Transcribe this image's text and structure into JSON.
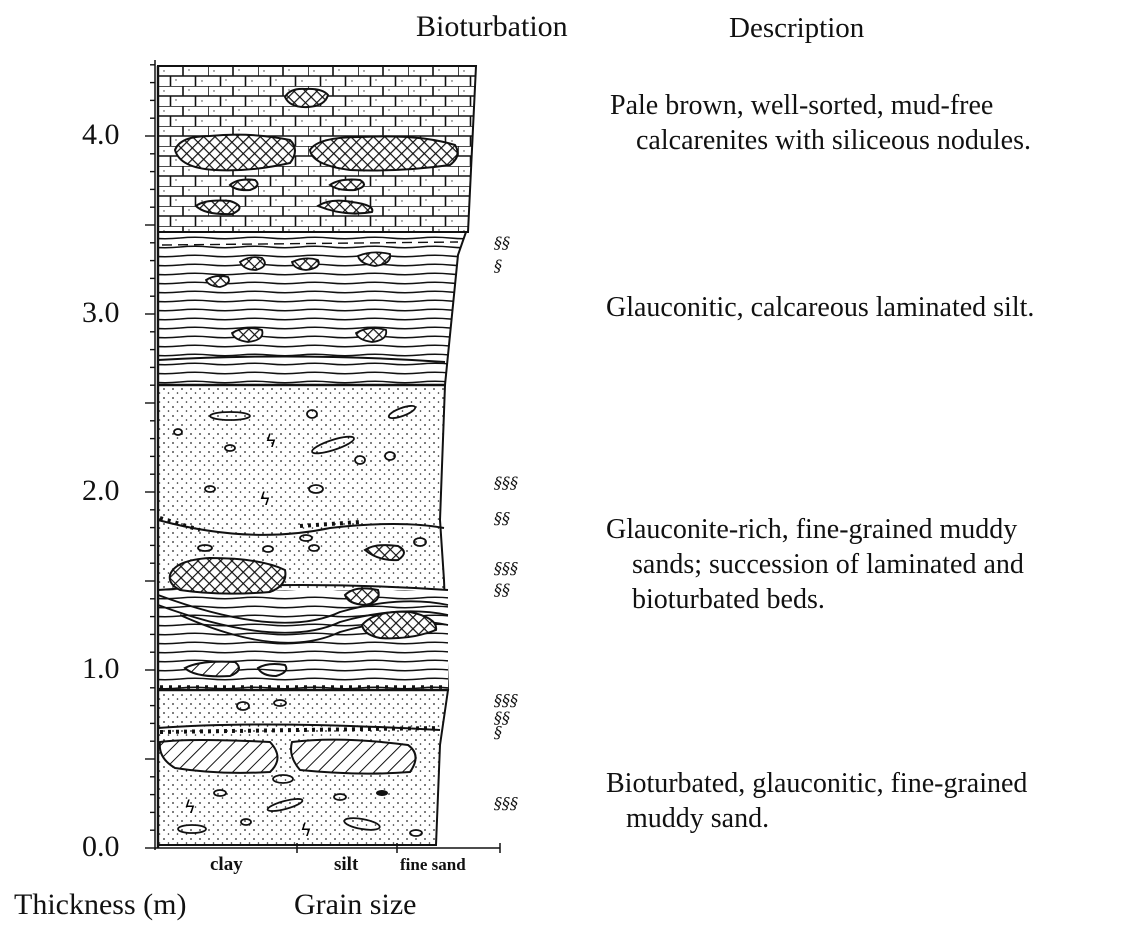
{
  "headers": {
    "bioturbation": "Bioturbation",
    "description": "Description",
    "thickness": "Thickness (m)",
    "grain_size": "Grain size"
  },
  "thickness_axis": {
    "ticks": [
      "0.0",
      "1.0",
      "2.0",
      "3.0",
      "4.0"
    ],
    "tick_values": [
      0.0,
      1.0,
      2.0,
      3.0,
      4.0
    ],
    "range_m": [
      0.0,
      4.4
    ]
  },
  "grain_size_axis": {
    "ticks": [
      "clay",
      "silt",
      "fine sand"
    ]
  },
  "units": [
    {
      "id": "calcarenite",
      "lithology": "limestone with chert nodules",
      "base_m": 3.45,
      "top_m": 4.4,
      "description_lines": [
        "Pale brown, well-sorted, mud-free",
        "calcarenites with siliceous nodules."
      ]
    },
    {
      "id": "laminated-silt",
      "lithology": "laminated silt",
      "base_m": 2.6,
      "top_m": 3.45,
      "description_lines": [
        "Glauconitic, calcareous laminated silt."
      ]
    },
    {
      "id": "muddy-sands",
      "lithology": "muddy sand with laminated beds",
      "base_m": 0.9,
      "top_m": 2.6,
      "description_lines": [
        "Glauconite-rich, fine-grained muddy",
        "sands; succession of laminated and",
        "bioturbated beds."
      ]
    },
    {
      "id": "bioturbated-sand",
      "lithology": "bioturbated muddy sand",
      "base_m": 0.0,
      "top_m": 0.9,
      "description_lines": [
        "Bioturbated, glauconitic, fine-grained",
        "muddy sand."
      ]
    }
  ],
  "bioturbation_marks": [
    {
      "depth_m": 3.4,
      "symbol": "§§"
    },
    {
      "depth_m": 3.27,
      "symbol": "§"
    },
    {
      "depth_m": 2.05,
      "symbol": "§§§"
    },
    {
      "depth_m": 1.85,
      "symbol": "§§"
    },
    {
      "depth_m": 1.57,
      "symbol": "§§§"
    },
    {
      "depth_m": 1.45,
      "symbol": "§§"
    },
    {
      "depth_m": 0.83,
      "symbol": "§§§"
    },
    {
      "depth_m": 0.73,
      "symbol": "§§"
    },
    {
      "depth_m": 0.65,
      "symbol": "§"
    },
    {
      "depth_m": 0.25,
      "symbol": "§§§"
    }
  ]
}
